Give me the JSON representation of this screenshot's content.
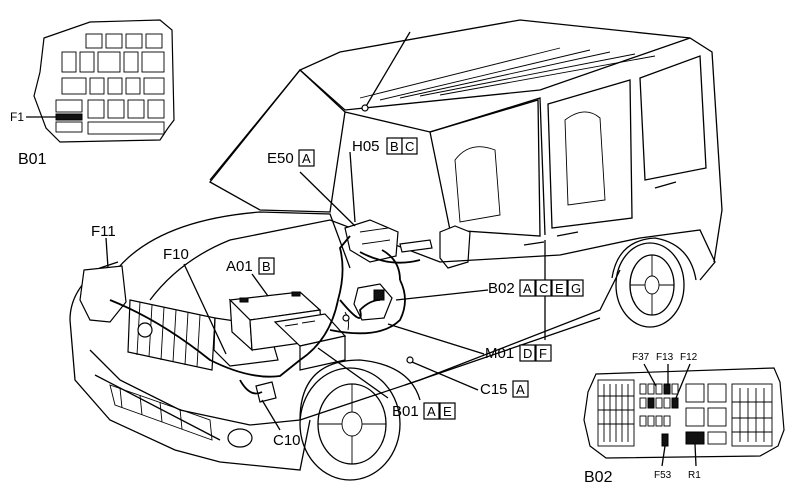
{
  "labels": {
    "fusebox_top_title": "B01",
    "fusebox_top_fuse": "F1",
    "fusebox_bottom_title": "B02",
    "e50": "E50",
    "e50_codes": [
      "A"
    ],
    "h05": "H05",
    "h05_codes": [
      "B",
      "C"
    ],
    "f11": "F11",
    "f10": "F10",
    "a01": "A01",
    "a01_codes": [
      "B"
    ],
    "b02": "B02",
    "b02_codes": [
      "A",
      "C",
      "E",
      "G"
    ],
    "m01": "M01",
    "m01_codes": [
      "D",
      "F"
    ],
    "c15": "C15",
    "c15_codes": [
      "A"
    ],
    "b01": "B01",
    "b01_codes": [
      "A",
      "E"
    ],
    "c10": "C10",
    "f37": "F37",
    "f13": "F13",
    "f12": "F12",
    "f53": "F53",
    "r1": "R1"
  }
}
